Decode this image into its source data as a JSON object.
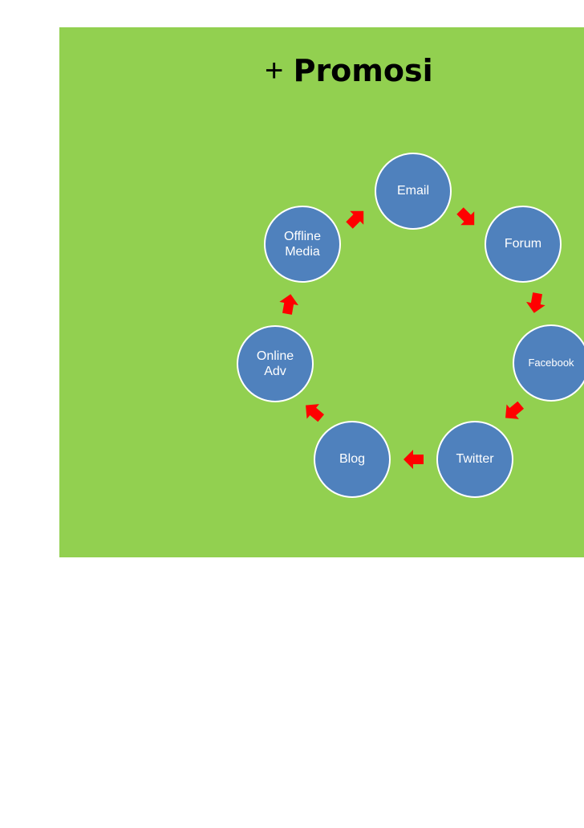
{
  "slide": {
    "title_prefix": "+",
    "title": "Promosi",
    "background_color": "#92d050",
    "node_color": "#4f81bd",
    "arrow_color": "#ff0000"
  },
  "cycle": {
    "nodes": [
      {
        "id": "email",
        "label": "Email"
      },
      {
        "id": "forum",
        "label": "Forum"
      },
      {
        "id": "facebook",
        "label": "Facebook"
      },
      {
        "id": "twitter",
        "label": "Twitter"
      },
      {
        "id": "blog",
        "label": "Blog"
      },
      {
        "id": "online-adv",
        "label": "Online\nAdv"
      },
      {
        "id": "offline-media",
        "label": "Offline\nMedia"
      }
    ],
    "direction": "clockwise"
  }
}
